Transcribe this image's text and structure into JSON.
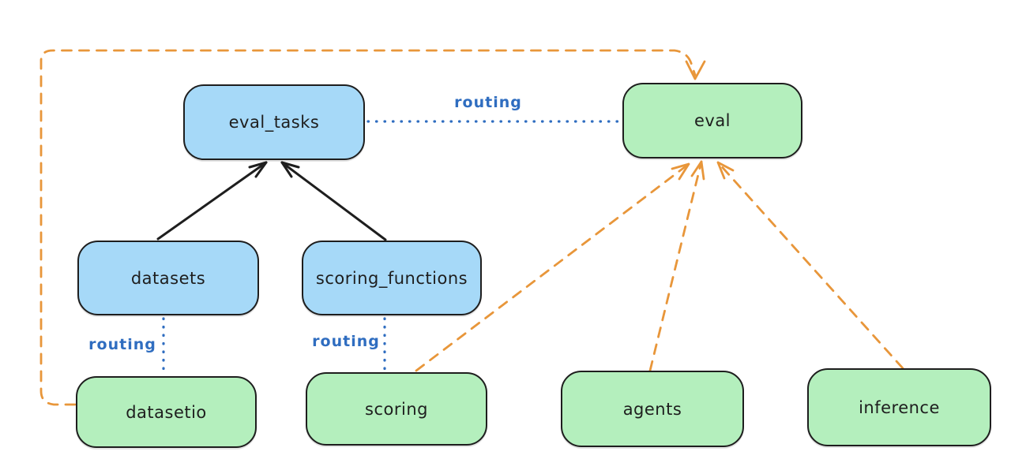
{
  "nodes": {
    "eval_tasks": {
      "label": "eval_tasks",
      "fill": "#a6d9f8",
      "kind": "blue"
    },
    "eval": {
      "label": "eval",
      "fill": "#b4efbd",
      "kind": "green"
    },
    "datasets": {
      "label": "datasets",
      "fill": "#a6d9f8",
      "kind": "blue"
    },
    "scoring_functions": {
      "label": "scoring_functions",
      "fill": "#a6d9f8",
      "kind": "blue"
    },
    "datasetio": {
      "label": "datasetio",
      "fill": "#b4efbd",
      "kind": "green"
    },
    "scoring": {
      "label": "scoring",
      "fill": "#b4efbd",
      "kind": "green"
    },
    "agents": {
      "label": "agents",
      "fill": "#b4efbd",
      "kind": "green"
    },
    "inference": {
      "label": "inference",
      "fill": "#b4efbd",
      "kind": "green"
    }
  },
  "edges": [
    {
      "from": "datasets",
      "to": "eval_tasks",
      "style": "solid",
      "color": "#1e1e1e",
      "arrowhead": "end"
    },
    {
      "from": "scoring_functions",
      "to": "eval_tasks",
      "style": "solid",
      "color": "#1e1e1e",
      "arrowhead": "end"
    },
    {
      "from": "eval_tasks",
      "to": "eval",
      "style": "dotted",
      "color": "#2f6dc0",
      "label": "routing",
      "arrowhead": "none"
    },
    {
      "from": "datasets",
      "to": "datasetio",
      "style": "dotted",
      "color": "#2f6dc0",
      "label": "routing",
      "arrowhead": "none"
    },
    {
      "from": "scoring_functions",
      "to": "scoring",
      "style": "dotted",
      "color": "#2f6dc0",
      "label": "routing",
      "arrowhead": "none"
    },
    {
      "from": "datasetio",
      "to": "eval",
      "style": "dashed",
      "color": "#e8963a",
      "arrowhead": "end",
      "route": "left-up-over-top"
    },
    {
      "from": "scoring",
      "to": "eval",
      "style": "dashed",
      "color": "#e8963a",
      "arrowhead": "end"
    },
    {
      "from": "agents",
      "to": "eval",
      "style": "dashed",
      "color": "#e8963a",
      "arrowhead": "end"
    },
    {
      "from": "inference",
      "to": "eval",
      "style": "dashed",
      "color": "#e8963a",
      "arrowhead": "end"
    }
  ],
  "colors": {
    "node_blue_fill": "#a6d9f8",
    "node_green_fill": "#b4efbd",
    "node_stroke": "#1e1e1e",
    "routing_blue": "#2f6dc0",
    "provider_orange": "#e8963a",
    "background": "#ffffff"
  }
}
